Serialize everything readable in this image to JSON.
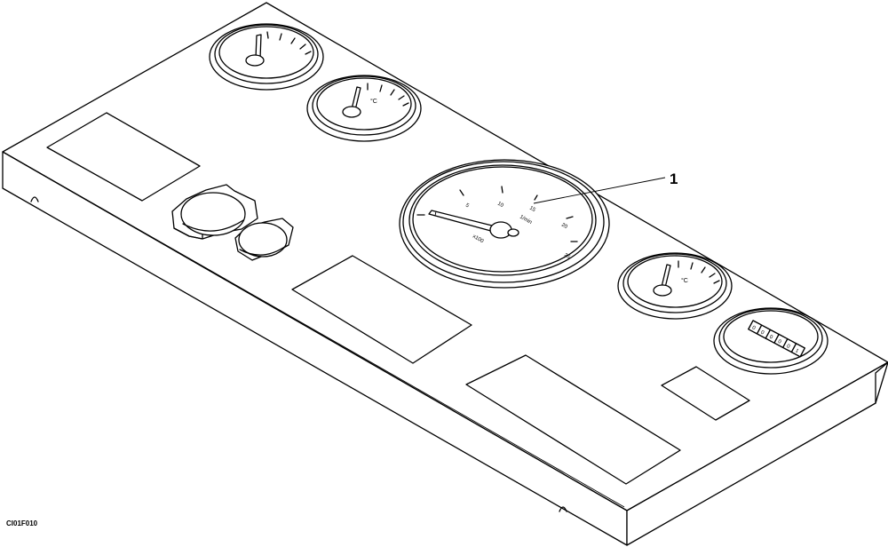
{
  "callout": {
    "label": "1"
  },
  "figure_id": "CI01F010",
  "tachometer": {
    "scale_labels": [
      "5",
      "10",
      "15",
      "20",
      "25"
    ],
    "unit": "1/min",
    "multiplier": "x100"
  },
  "temp_gauges": {
    "unit": "°C"
  },
  "hour_meter": {
    "digits": [
      "0",
      "0",
      "0",
      "0",
      "0",
      "1"
    ]
  }
}
